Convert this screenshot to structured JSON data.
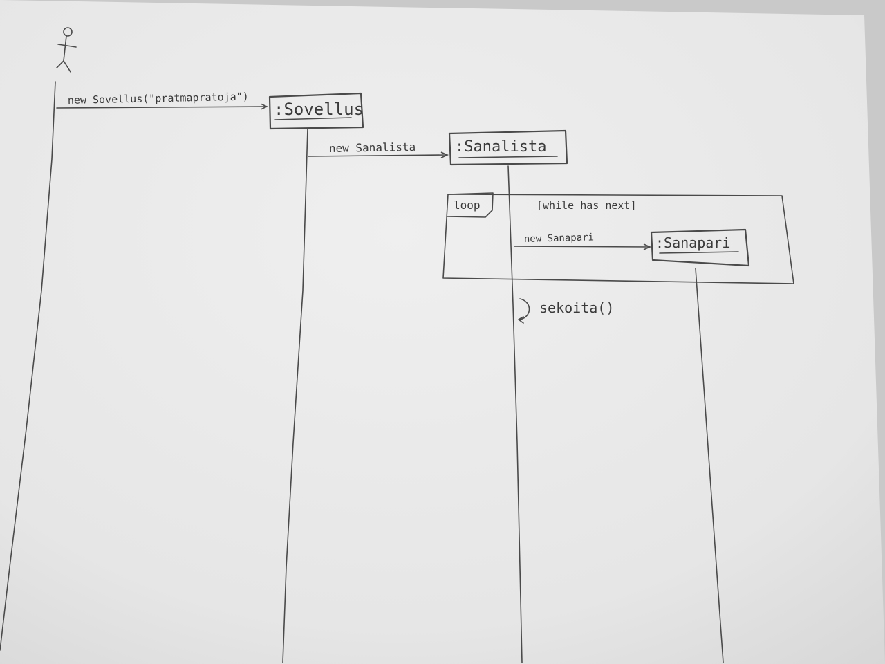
{
  "diagram": {
    "type": "sequence",
    "actor": {
      "icon": "stick-figure-icon"
    },
    "participants": [
      {
        "id": "sovellus",
        "label": ":Sovellus"
      },
      {
        "id": "sanalista",
        "label": ":Sanalista"
      },
      {
        "id": "sanapari",
        "label": ":Sanapari"
      }
    ],
    "messages": [
      {
        "from": "actor",
        "to": "sovellus",
        "label": "new Sovellus(\"pratmapratoja\")"
      },
      {
        "from": "sovellus",
        "to": "sanalista",
        "label": "new Sanalista"
      },
      {
        "from": "sanalista",
        "to": "sanapari",
        "label": "new Sanapari"
      },
      {
        "from": "sanalista",
        "to": "sanalista",
        "label": "sekoita()",
        "self": true
      }
    ],
    "fragment": {
      "operator": "loop",
      "guard": "[while has next]"
    }
  },
  "colors": {
    "paper": "#e9e9e9",
    "ink": "#4a4a4a",
    "background": "#c9c9c9"
  }
}
